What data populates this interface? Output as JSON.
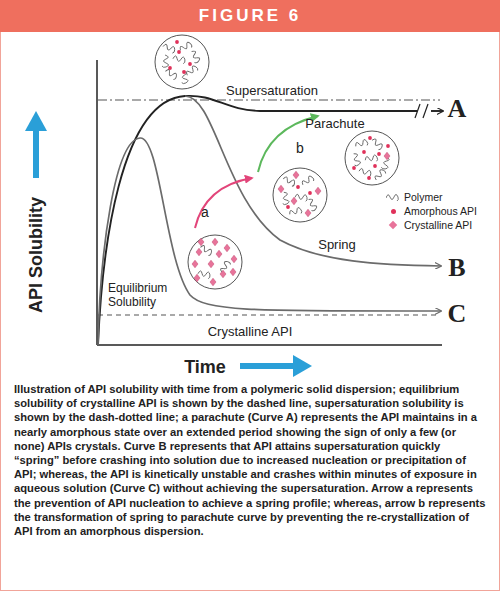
{
  "diagram": {
    "title": "FIGURE 6",
    "caption": "Illustration of API solubility with time from a polymeric solid dispersion; equilibrium solubility of crystalline API is shown by the dashed line, supersaturation solubility is shown by the dash-dotted line; a parachute (Curve A) represents the API maintains in a nearly amorphous state over an extended period showing the sign of only a few (or none) APIs crystals. Curve B represents that API attains supersaturation quickly “spring” before crashing into solution due to increased nucleation or precipitation of API; whereas, the API is kinetically unstable and crashes within minutes of exposure in aqueous solution (Curve C) without achieving the supersaturation. Arrow a represents the prevention of API nucleation to achieve a spring profile; whereas, arrow b represents the transformation of spring to parachute curve by preventing the re-crystallization of API from an amorphous dispersion.",
    "labels": [
      "Supersaturation",
      "A",
      "Parachute",
      "b",
      "a",
      "Spring",
      "B",
      "Equilibrium Solubility",
      "C",
      "Crystalline API",
      "API Solubility",
      "Time"
    ],
    "legend": [
      {
        "text": "Polymer"
      },
      {
        "text": "Amorphous API",
        "color": "#e0315a"
      },
      {
        "text": "Crystalline API",
        "color": "#e8739a"
      }
    ]
  }
}
